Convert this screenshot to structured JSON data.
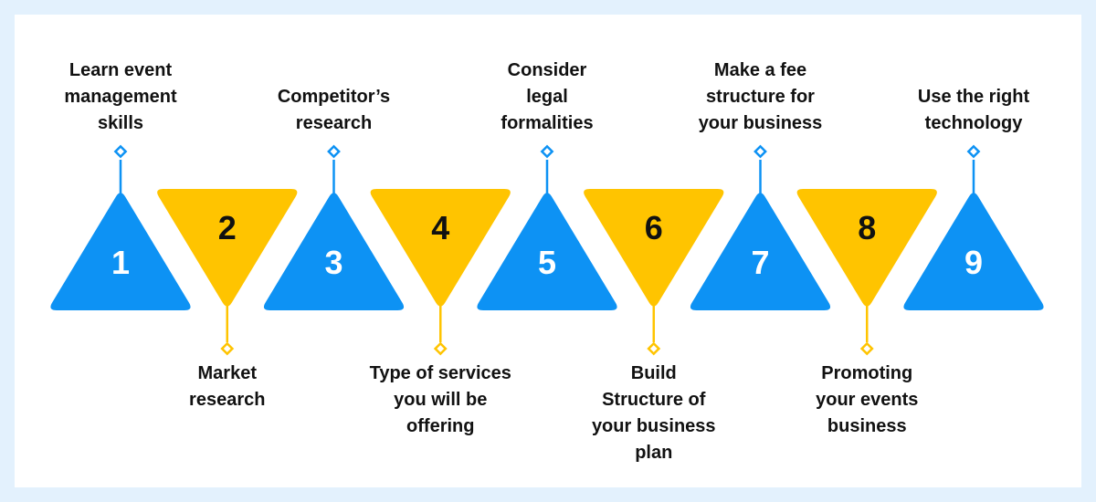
{
  "colors": {
    "blue": "#0d92f4",
    "yellow": "#ffc400",
    "page_background": "#e3f1fd",
    "card": "#ffffff",
    "text": "#111111",
    "number_on_blue": "#ffffff",
    "number_on_yellow": "#111111"
  },
  "steps": [
    {
      "number": "1",
      "label": "Learn event management skills",
      "color": "blue",
      "direction": "up",
      "label_position": "top"
    },
    {
      "number": "2",
      "label": "Market research",
      "color": "yellow",
      "direction": "down",
      "label_position": "bottom"
    },
    {
      "number": "3",
      "label": "Competitor’s research",
      "color": "blue",
      "direction": "up",
      "label_position": "top"
    },
    {
      "number": "4",
      "label": "Type of services you will be offering",
      "color": "yellow",
      "direction": "down",
      "label_position": "bottom"
    },
    {
      "number": "5",
      "label": "Consider legal formalities",
      "color": "blue",
      "direction": "up",
      "label_position": "top"
    },
    {
      "number": "6",
      "label": "Build Structure of your business plan",
      "color": "yellow",
      "direction": "down",
      "label_position": "bottom"
    },
    {
      "number": "7",
      "label": "Make a fee structure for your business",
      "color": "blue",
      "direction": "up",
      "label_position": "top"
    },
    {
      "number": "8",
      "label": "Promoting your events business",
      "color": "yellow",
      "direction": "down",
      "label_position": "bottom"
    },
    {
      "number": "9",
      "label": "Use the right technology",
      "color": "blue",
      "direction": "up",
      "label_position": "top"
    }
  ]
}
